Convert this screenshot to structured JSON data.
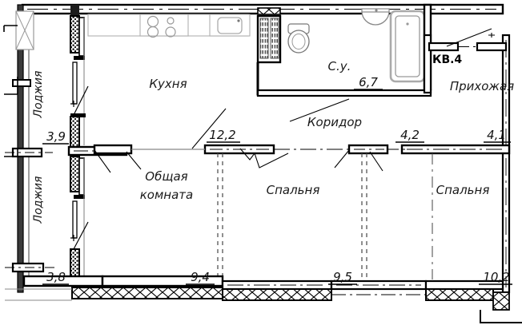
{
  "drawing": {
    "type": "architectural-floor-plan",
    "apartment_label": "КВ.4",
    "background_color": "#ffffff",
    "line_color": "#000000",
    "thin_line_color": "#808080"
  },
  "rooms": [
    {
      "id": "loggia_top",
      "name": "Лоджия",
      "area": "3,9",
      "orientation": "vertical"
    },
    {
      "id": "loggia_bottom",
      "name": "Лоджия",
      "area": "3,8",
      "orientation": "vertical"
    },
    {
      "id": "kitchen",
      "name": "Кухня",
      "area": "12,2",
      "orientation": "horizontal"
    },
    {
      "id": "bathroom",
      "name": "С.у.",
      "area": "",
      "orientation": "horizontal"
    },
    {
      "id": "corridor",
      "name": "Коридор",
      "area": "6,7",
      "orientation": "horizontal"
    },
    {
      "id": "hallway",
      "name": "Прихожая",
      "area": "4,1",
      "orientation": "horizontal"
    },
    {
      "id": "living_room",
      "name": "Общая комната",
      "area": "9,4",
      "orientation": "horizontal"
    },
    {
      "id": "bedroom_mid",
      "name": "Спальня",
      "area": "9,5",
      "orientation": "horizontal"
    },
    {
      "id": "bedroom_right",
      "name": "Спальня",
      "area": "10,2",
      "orientation": "horizontal"
    }
  ],
  "labels": {
    "loggia_top_name": "Лоджия",
    "loggia_top_area": "3,9",
    "loggia_bottom_name": "Лоджия",
    "loggia_bottom_area": "3,8",
    "kitchen_name": "Кухня",
    "kitchen_area": "12,2",
    "bathroom_name": "С.у.",
    "corridor_name": "Коридор",
    "corridor_area": "6,7",
    "hallway_name": "Прихожая",
    "hallway_area": "4,1",
    "hallway_area2": "4,2",
    "living_name_line1": "Общая",
    "living_name_line2": "комната",
    "living_area": "9,4",
    "bedroom_mid_name": "Спальня",
    "bedroom_mid_area": "9,5",
    "bedroom_right_name": "Спальня",
    "bedroom_right_area": "10,2",
    "apartment_number": "КВ.4"
  },
  "fixtures": [
    {
      "name": "kitchen-counter",
      "type": "counter"
    },
    {
      "name": "cooktop",
      "type": "stove-4-burner"
    },
    {
      "name": "kitchen-sink",
      "type": "sink"
    },
    {
      "name": "toilet",
      "type": "wc"
    },
    {
      "name": "washbasin",
      "type": "basin"
    },
    {
      "name": "bathtub",
      "type": "tub"
    },
    {
      "name": "ventilation-shaft",
      "type": "duct"
    },
    {
      "name": "loggia-railing-window",
      "type": "window-x"
    }
  ]
}
